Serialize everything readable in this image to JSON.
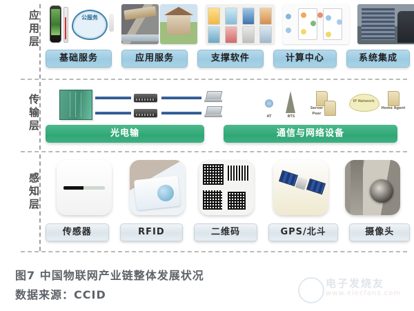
{
  "figure": {
    "caption_title": "图7 中国物联网产业链整体发展状况",
    "caption_source": "数据来源：CCID"
  },
  "layers": [
    {
      "id": "application",
      "label": "应用层",
      "items": [
        {
          "label": "基础服务",
          "art": "phone-cloud-icon"
        },
        {
          "label": "应用服务",
          "art": "road-house-photo"
        },
        {
          "label": "支撑软件",
          "art": "software-icon-grid"
        },
        {
          "label": "计算中心",
          "art": "compute-node-diagram"
        },
        {
          "label": "系统集成",
          "art": "server-room-photo"
        }
      ]
    },
    {
      "id": "transmission",
      "label": "传输层",
      "items": [
        {
          "label": "光电输",
          "art": "server-switch-laptop-diagram"
        },
        {
          "label": "通信与网络设备",
          "art": "telecom-network-diagram"
        }
      ]
    },
    {
      "id": "sensing",
      "label": "感知层",
      "items": [
        {
          "label": "传感器",
          "art": "sensor-strip-photo"
        },
        {
          "label": "RFID",
          "art": "rfid-card-photo"
        },
        {
          "label": "二维码",
          "art": "qr-barcode-photo"
        },
        {
          "label": "GPS/北斗",
          "art": "satellite-photo"
        },
        {
          "label": "摄像头",
          "art": "cctv-camera-photo"
        }
      ]
    }
  ],
  "network_diagram_labels": {
    "at": "AT",
    "bts": "BTS",
    "server": "Server",
    "peer": "Peer",
    "ip_network": "IP Network",
    "home_agent": "Home Agent"
  },
  "cloud_icon_text": "公服务",
  "watermark": {
    "brand": "电子发烧友",
    "url": "www.elecfans.com"
  },
  "colors": {
    "pill_blue": "#a9d3e6",
    "pill_pale": "#dbe5ec",
    "bar_green": "#31a776",
    "separator": "#b9b9b9",
    "caption_text": "#5e6368"
  }
}
